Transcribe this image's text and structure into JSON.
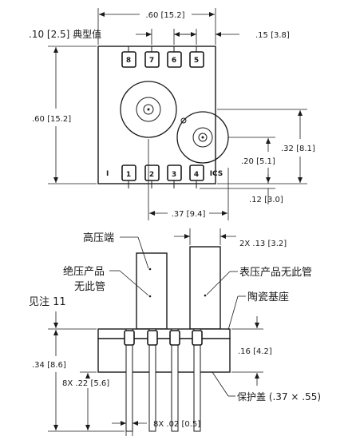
{
  "top_view": {
    "dims": {
      "width": ".60 [15.2]",
      "pitch_typ": ".10 [2.5] 典型值",
      "edge_offset": ".15 [3.8]",
      "height": ".60 [15.2]",
      "port_y": ".32 [8.1]",
      "port_y2": ".20 [5.1]",
      "pin_row_offset": ".12 [3.0]",
      "port_x": ".37 [9.4]"
    },
    "pins_top": [
      "8",
      "7",
      "6",
      "5"
    ],
    "pins_bottom": [
      "1",
      "2",
      "3",
      "4"
    ],
    "logo": "ICS",
    "mark": "I"
  },
  "side_view": {
    "labels": {
      "high_pressure": "高压端",
      "absolute_line1": "绝压产品",
      "absolute_line2": "无此管",
      "gauge": "表压产品无此管",
      "ceramic": "陶瓷基座",
      "see_note": "见注 11",
      "cover": "保护盖 (.37 × .55)"
    },
    "dims": {
      "tube": "2X .13 [3.2]",
      "base_h": ".16 [4.2]",
      "total_h": ".34 [8.6]",
      "pin_len": "8X .22 [5.6]",
      "pin_w": "8X .02 [0.5]"
    }
  }
}
